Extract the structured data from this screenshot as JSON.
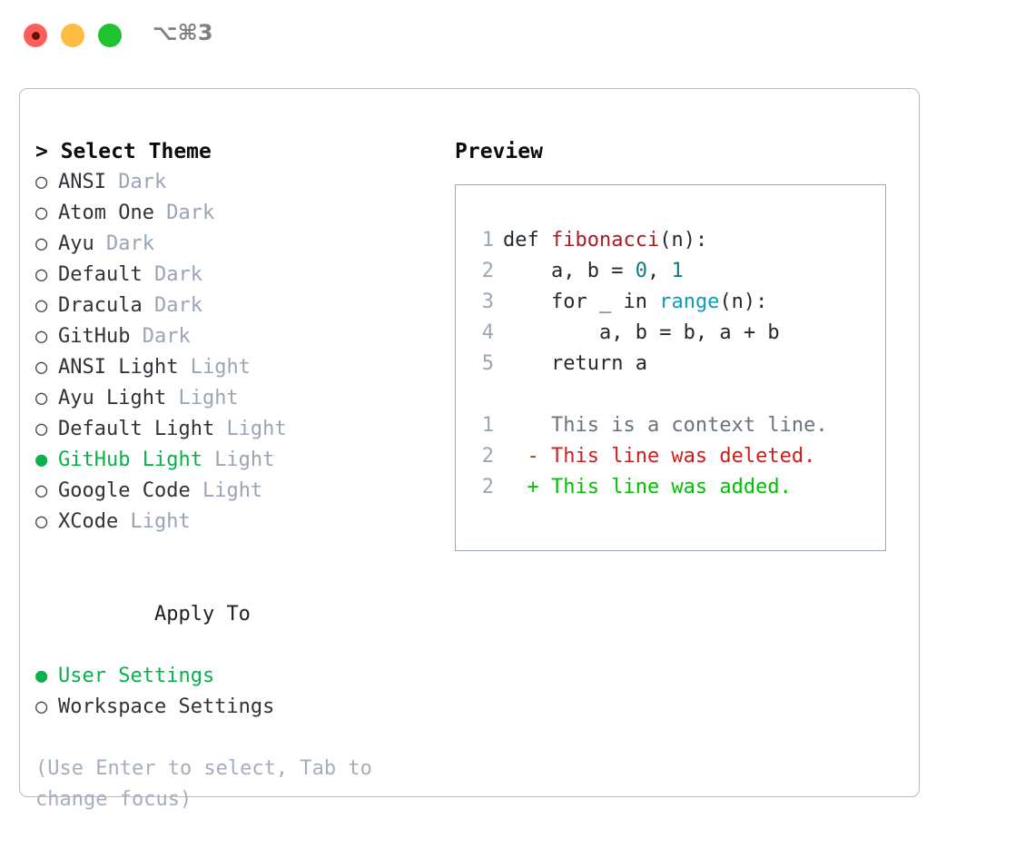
{
  "window": {
    "shortcut_label": "⌥⌘3",
    "traffic_lights": [
      "close",
      "minimize",
      "maximize"
    ]
  },
  "theme_list": {
    "title": "> Select Theme",
    "selected_marker": "●",
    "unselected_marker": "○",
    "accent_color": "#08b14b",
    "tag_color": "#9aa5b4",
    "items": [
      {
        "marker": "○",
        "label": "ANSI",
        "tag": "Dark",
        "selected": false
      },
      {
        "marker": "○",
        "label": "Atom One",
        "tag": "Dark",
        "selected": false
      },
      {
        "marker": "○",
        "label": "Ayu",
        "tag": "Dark",
        "selected": false
      },
      {
        "marker": "○",
        "label": "Default",
        "tag": "Dark",
        "selected": false
      },
      {
        "marker": "○",
        "label": "Dracula",
        "tag": "Dark",
        "selected": false
      },
      {
        "marker": "○",
        "label": "GitHub",
        "tag": "Dark",
        "selected": false
      },
      {
        "marker": "○",
        "label": "ANSI Light",
        "tag": "Light",
        "selected": false
      },
      {
        "marker": "○",
        "label": "Ayu Light",
        "tag": "Light",
        "selected": false
      },
      {
        "marker": "○",
        "label": "Default Light",
        "tag": "Light",
        "selected": false
      },
      {
        "marker": "●",
        "label": "GitHub Light",
        "tag": "Light",
        "selected": true
      },
      {
        "marker": "○",
        "label": "Google Code",
        "tag": "Light",
        "selected": false
      },
      {
        "marker": "○",
        "label": "XCode",
        "tag": "Light",
        "selected": false
      }
    ]
  },
  "apply_to": {
    "heading": "Apply To",
    "items": [
      {
        "marker": "●",
        "label": "User Settings",
        "selected": true
      },
      {
        "marker": "○",
        "label": "Workspace Settings",
        "selected": false
      }
    ]
  },
  "hint": {
    "text": "(Use Enter to select, Tab to change focus)"
  },
  "preview": {
    "title": "Preview",
    "code_lines": [
      {
        "num": "1",
        "indent": "",
        "segments": [
          {
            "text": "def ",
            "cls": "tok-plain"
          },
          {
            "text": "fibonacci",
            "cls": "tok-fn"
          },
          {
            "text": "(n):",
            "cls": "tok-plain"
          }
        ]
      },
      {
        "num": "2",
        "indent": "    ",
        "segments": [
          {
            "text": "a, b = ",
            "cls": "tok-plain"
          },
          {
            "text": "0",
            "cls": "tok-num"
          },
          {
            "text": ", ",
            "cls": "tok-plain"
          },
          {
            "text": "1",
            "cls": "tok-num"
          }
        ]
      },
      {
        "num": "3",
        "indent": "    ",
        "segments": [
          {
            "text": "for _ in ",
            "cls": "tok-plain"
          },
          {
            "text": "range",
            "cls": "tok-call"
          },
          {
            "text": "(n):",
            "cls": "tok-plain"
          }
        ]
      },
      {
        "num": "4",
        "indent": "        ",
        "segments": [
          {
            "text": "a, b = b, a + b",
            "cls": "tok-plain"
          }
        ]
      },
      {
        "num": "5",
        "indent": "    ",
        "segments": [
          {
            "text": "return a",
            "cls": "tok-plain"
          }
        ]
      }
    ],
    "diff_lines": [
      {
        "num": "1",
        "sign": "  ",
        "text": "This is a context line.",
        "cls": "tok-ctx"
      },
      {
        "num": "2",
        "sign": "- ",
        "text": "This line was deleted.",
        "cls": "tok-del"
      },
      {
        "num": "2",
        "sign": "+ ",
        "text": "This line was added.",
        "cls": "tok-add"
      }
    ]
  }
}
